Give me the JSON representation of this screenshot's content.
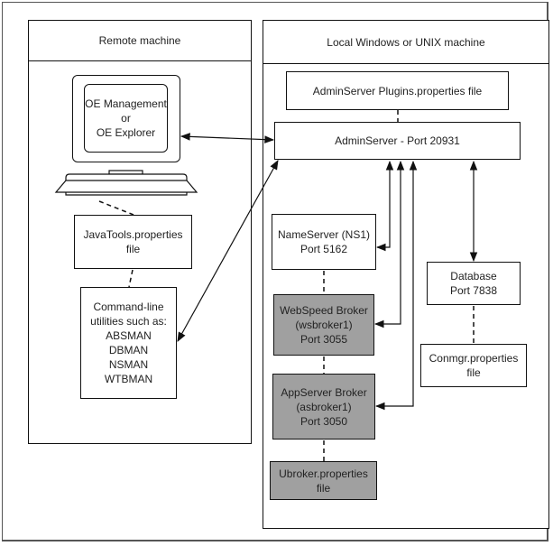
{
  "diagram": {
    "panels": {
      "remote": {
        "title": "Remote machine"
      },
      "local": {
        "title": "Local Windows or UNIX machine"
      }
    },
    "nodes": {
      "oe_client": {
        "label": "OE Management\nor\nOE Explorer"
      },
      "javatools": {
        "label": "JavaTools.properties\nfile"
      },
      "cmdline": {
        "label": "Command-line\nutilities such as:\nABSMAN\nDBMAN\nNSMAN\nWTBMAN"
      },
      "plugins": {
        "label": "AdminServer Plugins.properties file"
      },
      "adminserver": {
        "label": "AdminServer - Port 20931"
      },
      "nameserver": {
        "label": "NameServer (NS1)\nPort 5162"
      },
      "webspeed": {
        "label": "WebSpeed Broker\n(wsbroker1)\nPort 3055"
      },
      "appserver": {
        "label": "AppServer Broker\n(asbroker1)\nPort 3050"
      },
      "ubroker": {
        "label": "Ubroker.properties\nfile"
      },
      "database": {
        "label": "Database\nPort 7838"
      },
      "conmgr": {
        "label": "Conmgr.properties\nfile"
      }
    },
    "connections": [
      {
        "from": "oe_client",
        "to": "adminserver",
        "style": "solid",
        "arrows": "both"
      },
      {
        "from": "cmdline",
        "to": "adminserver",
        "style": "solid",
        "arrows": "both"
      },
      {
        "from": "oe_client",
        "to": "javatools",
        "style": "dashed",
        "arrows": "none"
      },
      {
        "from": "javatools",
        "to": "cmdline",
        "style": "dashed",
        "arrows": "none"
      },
      {
        "from": "plugins",
        "to": "adminserver",
        "style": "dashed",
        "arrows": "none"
      },
      {
        "from": "adminserver",
        "to": "nameserver",
        "style": "solid",
        "arrows": "both"
      },
      {
        "from": "adminserver",
        "to": "webspeed",
        "style": "solid",
        "arrows": "both"
      },
      {
        "from": "adminserver",
        "to": "appserver",
        "style": "solid",
        "arrows": "both"
      },
      {
        "from": "adminserver",
        "to": "database",
        "style": "solid",
        "arrows": "both"
      },
      {
        "from": "nameserver",
        "to": "webspeed",
        "style": "dashed",
        "arrows": "none"
      },
      {
        "from": "webspeed",
        "to": "appserver",
        "style": "dashed",
        "arrows": "none"
      },
      {
        "from": "appserver",
        "to": "ubroker",
        "style": "dashed",
        "arrows": "none"
      },
      {
        "from": "database",
        "to": "conmgr",
        "style": "dashed",
        "arrows": "none"
      }
    ],
    "colors": {
      "line": "#111111",
      "gray_fill": "#a0a0a0",
      "background": "#ffffff"
    }
  }
}
